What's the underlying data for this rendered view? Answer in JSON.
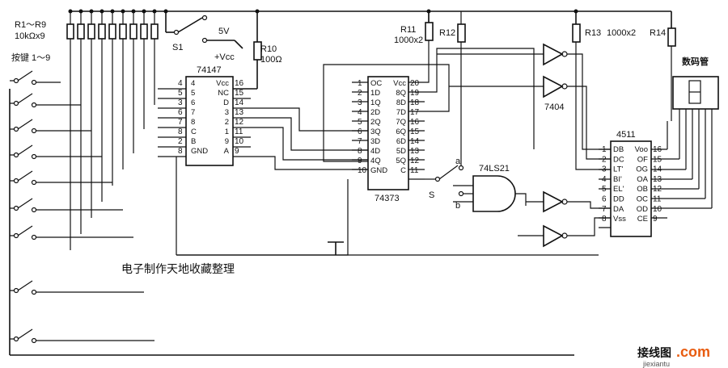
{
  "labels": {
    "r1_r9": "R1～R9",
    "r1_r9_value": "10kΩx9",
    "keys": "按键 1～9",
    "s1": "S1",
    "v5": "5V",
    "vcc": "+Vcc",
    "r10": "R10",
    "r10_value": "100Ω",
    "r11": "R11",
    "r11_value": "1000x2",
    "r12": "R12",
    "r13": "R13",
    "r13_value": "1000x2",
    "r14": "R14",
    "display": "数码管",
    "ic_7404": "7404",
    "ic_74ls21": "74LS21",
    "switch_s": "S",
    "switch_a": "a",
    "switch_b": "b",
    "watermark": "电子制作天地收藏整理",
    "logo_text": "接线图",
    "logo_com": ".com",
    "logo_domain": "jiexiantu"
  },
  "ic_74147": {
    "name": "74147",
    "left_pins": [
      "4",
      "5",
      "3",
      "6",
      "7",
      "8",
      "2",
      "8"
    ],
    "left_labels": [
      "4",
      "5",
      "6",
      "7",
      "8",
      "C",
      "B",
      "GND"
    ],
    "right_pins": [
      "16",
      "15",
      "14",
      "13",
      "12",
      "11",
      "10",
      "9"
    ],
    "right_labels": [
      "Vcc",
      "NC",
      "D",
      "3",
      "2",
      "1",
      "9",
      "A"
    ]
  },
  "ic_74373": {
    "name": "74373",
    "left_pins": [
      "1",
      "2",
      "3",
      "4",
      "5",
      "6",
      "7",
      "8",
      "9",
      "10"
    ],
    "left_labels": [
      "OC",
      "1D",
      "1Q",
      "2D",
      "2Q",
      "3Q",
      "3D",
      "4D",
      "4Q",
      "GND"
    ],
    "right_pins": [
      "20",
      "19",
      "18",
      "17",
      "16",
      "15",
      "14",
      "13",
      "12",
      "11"
    ],
    "right_labels": [
      "Vcc",
      "8Q",
      "8D",
      "7D",
      "7Q",
      "6Q",
      "6D",
      "5D",
      "5Q",
      "C"
    ]
  },
  "ic_4511": {
    "name": "4511",
    "left_pins": [
      "1",
      "2",
      "3",
      "4",
      "5",
      "6",
      "7",
      "8"
    ],
    "left_labels": [
      "DB",
      "DC",
      "LT'",
      "BI'",
      "EL'",
      "DD",
      "DA",
      "Vss"
    ],
    "right_pins": [
      "16",
      "15",
      "14",
      "13",
      "12",
      "11",
      "10",
      "9"
    ],
    "right_labels": [
      "Voo",
      "OF",
      "OG",
      "OA",
      "OB",
      "OC",
      "OD",
      "CE"
    ]
  }
}
